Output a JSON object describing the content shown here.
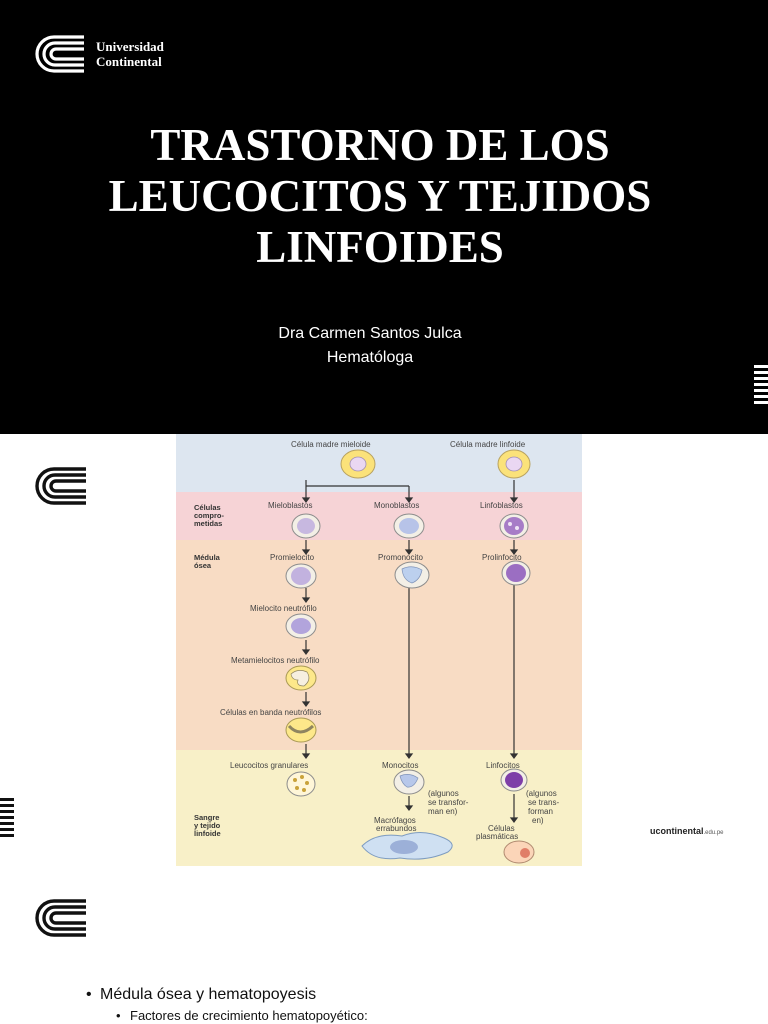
{
  "slide1": {
    "brand": {
      "line1": "Universidad",
      "line2": "Continental"
    },
    "title_lines": [
      "TRASTORNO DE LOS",
      "LEUCOCITOS Y TEJIDOS",
      "LINFOIDES"
    ],
    "author": "Dra Carmen Santos Julca",
    "role": "Hematóloga"
  },
  "diagram": {
    "top_left": "Célula madre mieloide",
    "top_right": "Célula madre linfoide",
    "row_committed": "Células compro- metidas",
    "row_committed_lines": [
      "Células",
      "compro-",
      "metidas"
    ],
    "mieloblastos": "Mieloblastos",
    "monoblastos": "Monoblastos",
    "linfoblastos": "Linfoblastos",
    "row_marrow_lines": [
      "Médula",
      "ósea"
    ],
    "promielocito": "Promielocito",
    "promonocito": "Promonocito",
    "prolinfocito": "Prolinfocito",
    "mielocito": "Mielocito neutrófilo",
    "metamielocito": "Metamielocitos neutrófilo",
    "banda": "Células en banda neutrófilos",
    "granulares": "Leucocitos granulares",
    "monocitos": "Monocitos",
    "linfocitos": "Linfocitos",
    "mono_note_lines": [
      "(algunos",
      "se transfor-",
      "man en)"
    ],
    "linfo_note_lines": [
      "(algunos",
      "se trans-",
      "forman",
      "en)"
    ],
    "macrofagos_lines": [
      "Macrófagos",
      "errabundos"
    ],
    "plasmaticas_lines": [
      "Células",
      "plasmáticas"
    ],
    "row_blood_lines": [
      "Sangre",
      "y tejido",
      "linfoide"
    ],
    "colors": {
      "blue": "#dde6f0",
      "pink": "#f6d3d6",
      "peach": "#f8dcc4",
      "cream": "#f8f0c8"
    }
  },
  "slide2": {
    "footer_main": "ucontinental",
    "footer_small": ".edu.pe"
  },
  "slide3": {
    "bullet1": "Médula ósea y hematopoyesis",
    "bullet2": "Factores de crecimiento hematopoyético:"
  }
}
